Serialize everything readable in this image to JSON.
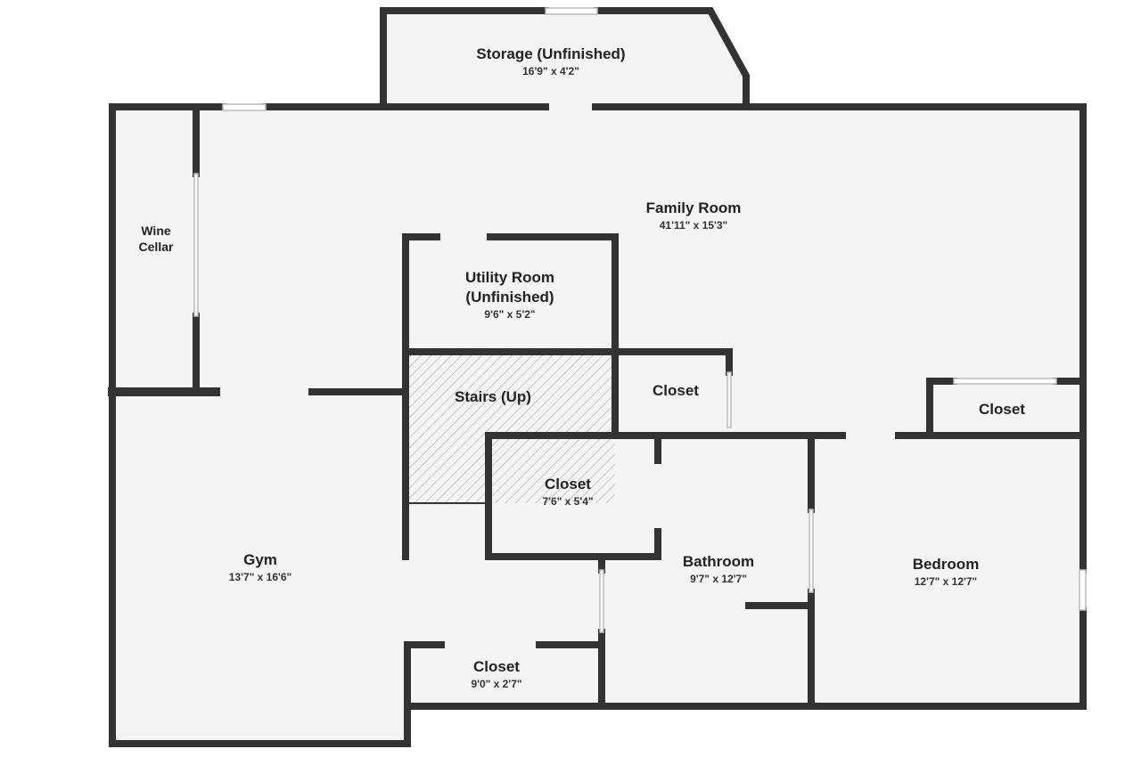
{
  "colors": {
    "wall": "#333333",
    "floor": "#f4f4f4",
    "hatch": "#999999"
  },
  "rooms": {
    "storage": {
      "name": "Storage (Unfinished)",
      "dims": "16'9\" x 4'2\""
    },
    "wine_cellar": {
      "name_line1": "Wine",
      "name_line2": "Cellar"
    },
    "family_room": {
      "name": "Family Room",
      "dims": "41'11\" x 15'3\""
    },
    "utility": {
      "name_line1": "Utility Room",
      "name_line2": "(Unfinished)",
      "dims": "9'6\" x 5'2\""
    },
    "stairs": {
      "name": "Stairs (Up)"
    },
    "closet_top": {
      "name": "Closet"
    },
    "closet_right": {
      "name": "Closet"
    },
    "closet_middle": {
      "name": "Closet",
      "dims": "7'6\" x 5'4\""
    },
    "gym": {
      "name": "Gym",
      "dims": "13'7\" x 16'6\""
    },
    "bathroom": {
      "name": "Bathroom",
      "dims": "9'7\" x 12'7\""
    },
    "bedroom": {
      "name": "Bedroom",
      "dims": "12'7\" x 12'7\""
    },
    "closet_bottom": {
      "name": "Closet",
      "dims": "9'0\" x 2'7\""
    }
  }
}
